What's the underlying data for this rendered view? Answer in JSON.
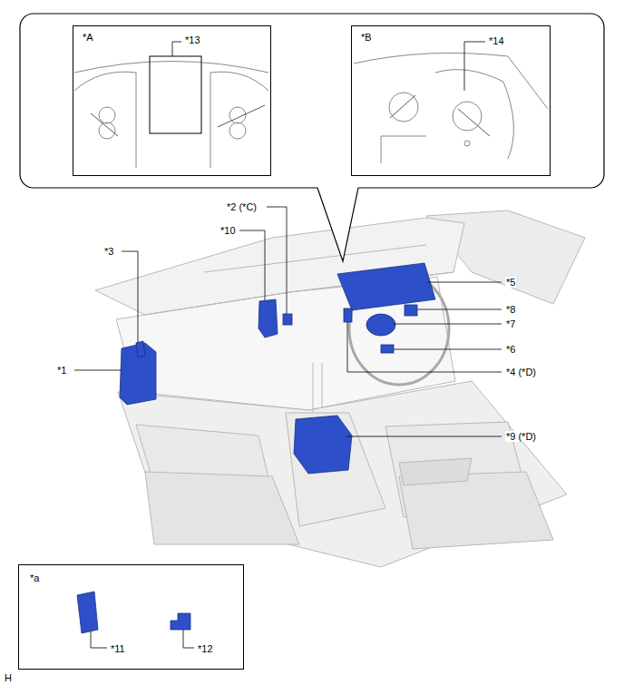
{
  "diagram": {
    "nodes": [
      {
        "text": [
          "*A",
          "*13"
        ]
      },
      {
        "text": [
          "*B",
          "*14"
        ]
      },
      {
        "text": [
          "*a",
          "*11",
          "*12"
        ]
      }
    ],
    "labels": [
      "*2 (*C)",
      "*10",
      "*3",
      "*5",
      "*8",
      "*7",
      "*1",
      "*6",
      "*4 (*D)",
      "*9 (*D)",
      "H"
    ]
  }
}
